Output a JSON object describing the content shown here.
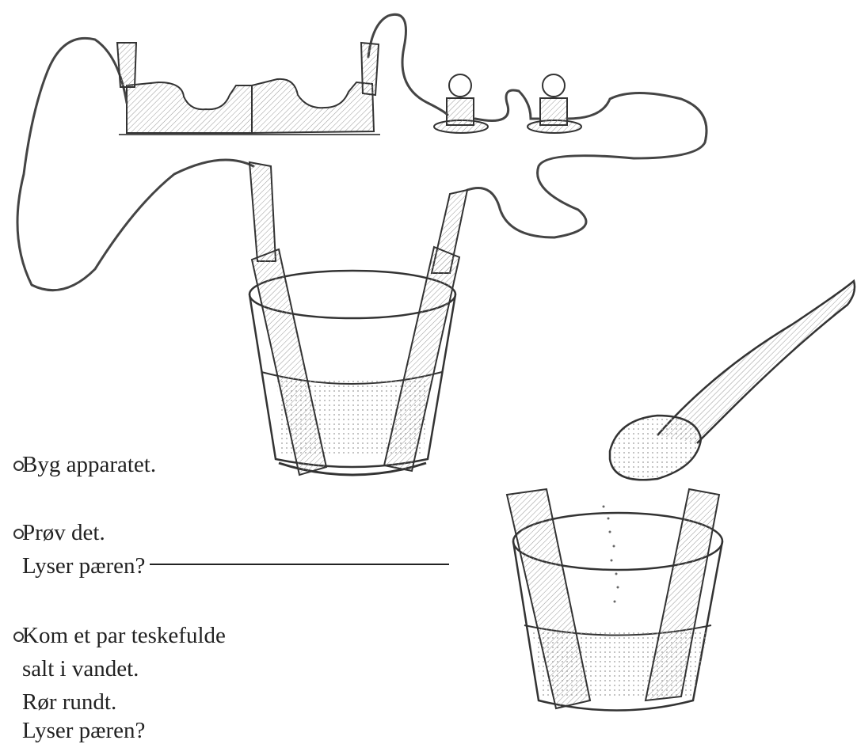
{
  "steps": [
    {
      "lines": [
        "Byg apparatet."
      ]
    },
    {
      "lines": [
        "Prøv det.",
        "Lyser pæren?"
      ]
    },
    {
      "lines": [
        "Kom et par teskefulde",
        "salt i vandet.",
        "Rør rundt.",
        "Lyser pæren?"
      ]
    }
  ],
  "colors": {
    "ink": "#222222",
    "paper": "#ffffff"
  }
}
